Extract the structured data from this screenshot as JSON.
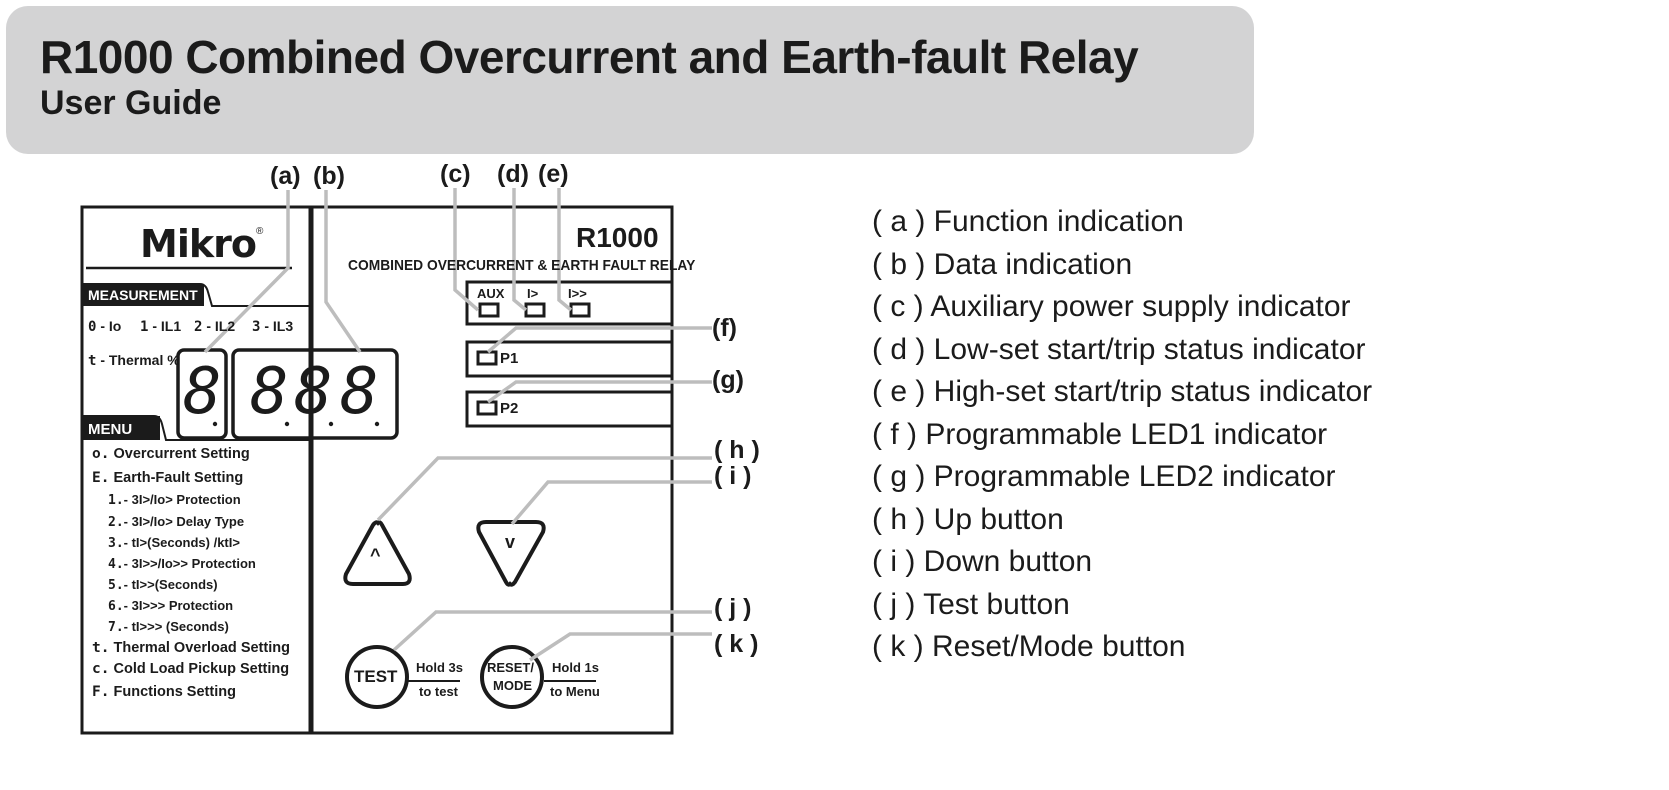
{
  "header": {
    "title": "R1000 Combined Overcurrent and Earth-fault Relay",
    "subtitle": "User Guide"
  },
  "callouts": {
    "a": "(a)",
    "b": "(b)",
    "c": "(c)",
    "d": "(d)",
    "e": "(e)",
    "f": "(f)",
    "g": "(g)",
    "h": "( h )",
    "i": "( i )",
    "j": "( j )",
    "k": "( k )"
  },
  "panel": {
    "brand": "Mikro",
    "registered": "®",
    "model": "R1000",
    "relay_desc": "COMBINED OVERCURRENT & EARTH FAULT RELAY",
    "measurement_header": "MEASUREMENT",
    "measurements": [
      {
        "digit": "0",
        "label": "- Io"
      },
      {
        "digit": "1",
        "label": "- IL1"
      },
      {
        "digit": "2",
        "label": "- IL2"
      },
      {
        "digit": "3",
        "label": "- IL3"
      },
      {
        "digit": "t",
        "label": "- Thermal %"
      }
    ],
    "menu_header": "MENU",
    "menu": [
      {
        "code": "o.",
        "label": "Overcurrent Setting"
      },
      {
        "code": "E.",
        "label": "Earth-Fault Setting"
      },
      {
        "code": "1.",
        "label": "- 3I>/Io> Protection"
      },
      {
        "code": "2.",
        "label": "- 3I>/Io> Delay Type"
      },
      {
        "code": "3.",
        "label": "- tI>(Seconds) /ktI>"
      },
      {
        "code": "4.",
        "label": "- 3I>>/Io>> Protection"
      },
      {
        "code": "5.",
        "label": "- tI>>(Seconds)"
      },
      {
        "code": "6.",
        "label": "- 3I>>> Protection"
      },
      {
        "code": "7.",
        "label": "- tI>>> (Seconds)"
      },
      {
        "code": "t.",
        "label": "Thermal Overload Setting"
      },
      {
        "code": "c.",
        "label": "Cold Load Pickup Setting"
      },
      {
        "code": "F.",
        "label": "Functions Setting"
      }
    ],
    "function_display": "8",
    "data_display": [
      "8",
      "8",
      "8"
    ],
    "indicators": {
      "aux": "AUX",
      "low": "I>",
      "high": "I>>"
    },
    "led1": "P1",
    "led2": "P2",
    "up_symbol": "^",
    "down_symbol": "v",
    "test_label": "TEST",
    "test_hint_1": "Hold 3s",
    "test_hint_2": "to test",
    "reset_label_1": "RESET/",
    "reset_label_2": "MODE",
    "reset_hint_1": "Hold 1s",
    "reset_hint_2": "to Menu"
  },
  "legend": [
    "( a ) Function indication",
    "( b ) Data indication",
    "( c ) Auxiliary power supply indicator",
    "( d ) Low-set start/trip status indicator",
    "( e ) High-set start/trip status indicator",
    "( f ) Programmable LED1 indicator",
    "( g ) Programmable LED2 indicator",
    "( h ) Up button",
    "(  i  ) Down button",
    "(  j ) Test button",
    "(  k ) Reset/Mode button"
  ]
}
